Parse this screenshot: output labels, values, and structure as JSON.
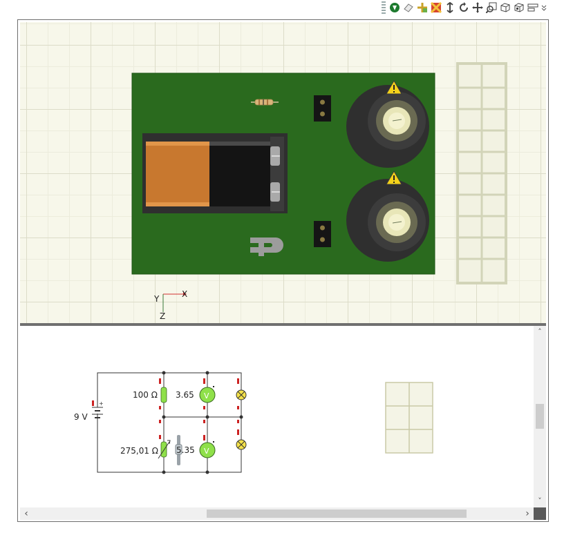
{
  "toolbar": {
    "buttons": [
      {
        "name": "component-library-icon"
      },
      {
        "name": "eraser-icon"
      },
      {
        "name": "snap-grid-icon"
      },
      {
        "name": "explode-icon"
      },
      {
        "name": "vertical-move-icon"
      },
      {
        "name": "rotate-icon"
      },
      {
        "name": "pan-icon"
      },
      {
        "name": "zoom-window-icon"
      },
      {
        "name": "view-cube-icon"
      },
      {
        "name": "view-cube-alt-icon"
      },
      {
        "name": "more-views-icon"
      },
      {
        "name": "overflow-chevron-icon"
      }
    ]
  },
  "view3d": {
    "axes": {
      "x": "X",
      "y": "Y",
      "z": "Z"
    }
  },
  "circuit": {
    "battery_label": "9 V",
    "resistor_label": "100 Ω",
    "voltmeter1_value": "3.65",
    "potentiometer_label": "275,01 Ω",
    "voltmeter2_value": "5.35",
    "voltmeter_symbol": "V"
  },
  "scrollbars": {
    "up_arrow": "˄",
    "down_arrow": "˅",
    "left_arrow": "‹",
    "right_arrow": "›"
  },
  "colors": {
    "pcb_green": "#2a6a1e",
    "grid_background": "#f7f7ea",
    "battery_copper": "#c8782f",
    "voltmeter_green": "#8fe04a",
    "warning_yellow": "#f4d21a"
  }
}
